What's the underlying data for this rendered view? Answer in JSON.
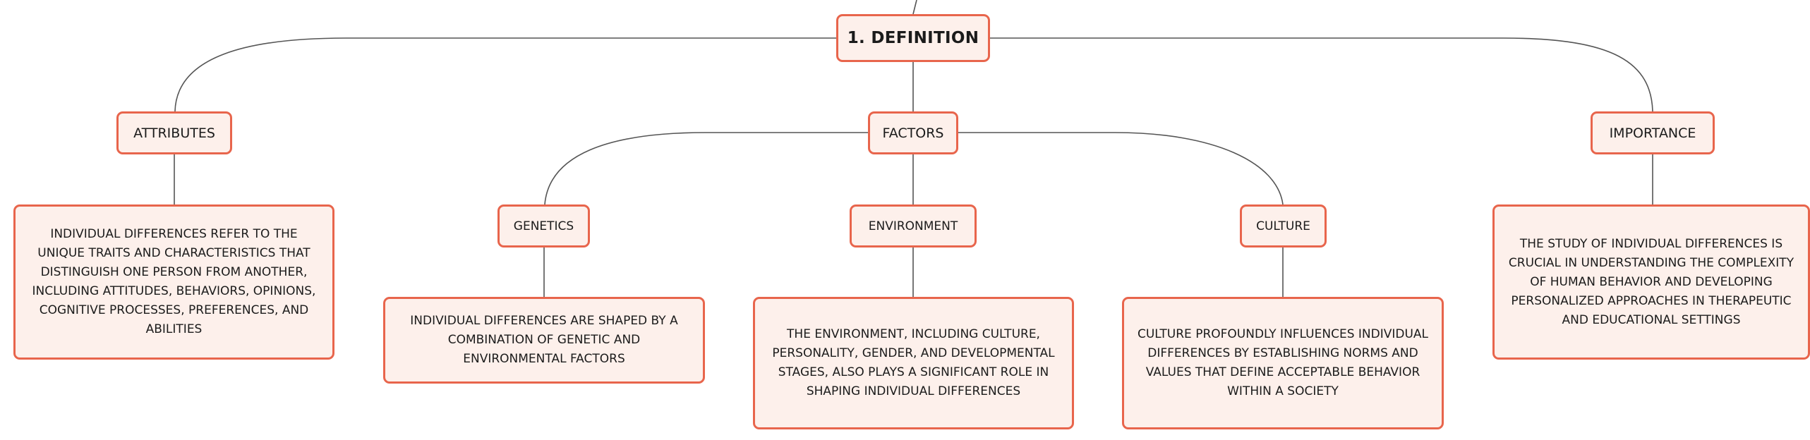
{
  "root": {
    "label": "1. DEFINITION"
  },
  "attributes": {
    "label": "ATTRIBUTES",
    "description": "INDIVIDUAL DIFFERENCES REFER TO THE UNIQUE TRAITS AND CHARACTERISTICS THAT DISTINGUISH ONE PERSON FROM ANOTHER, INCLUDING ATTITUDES, BEHAVIORS, OPINIONS, COGNITIVE PROCESSES, PREFERENCES, AND ABILITIES"
  },
  "factors": {
    "label": "FACTORS",
    "genetics": {
      "label": "GENETICS",
      "description": "INDIVIDUAL DIFFERENCES ARE SHAPED BY A COMBINATION OF GENETIC AND ENVIRONMENTAL FACTORS"
    },
    "environment": {
      "label": "ENVIRONMENT",
      "description": "THE ENVIRONMENT, INCLUDING CULTURE, PERSONALITY, GENDER, AND DEVELOPMENTAL STAGES, ALSO PLAYS A SIGNIFICANT ROLE IN SHAPING INDIVIDUAL DIFFERENCES"
    },
    "culture": {
      "label": "CULTURE",
      "description": "CULTURE PROFOUNDLY INFLUENCES INDIVIDUAL DIFFERENCES BY ESTABLISHING NORMS AND VALUES THAT DEFINE ACCEPTABLE BEHAVIOR WITHIN A SOCIETY"
    }
  },
  "importance": {
    "label": "IMPORTANCE",
    "description": "THE STUDY OF INDIVIDUAL DIFFERENCES IS CRUCIAL IN UNDERSTANDING THE COMPLEXITY OF HUMAN BEHAVIOR AND DEVELOPING PERSONALIZED APPROACHES IN THERAPEUTIC AND EDUCATIONAL SETTINGS"
  },
  "colors": {
    "node_border": "#e8654c",
    "node_fill": "#fdf0eb",
    "connector": "#555555",
    "text": "#1b1b1b"
  }
}
